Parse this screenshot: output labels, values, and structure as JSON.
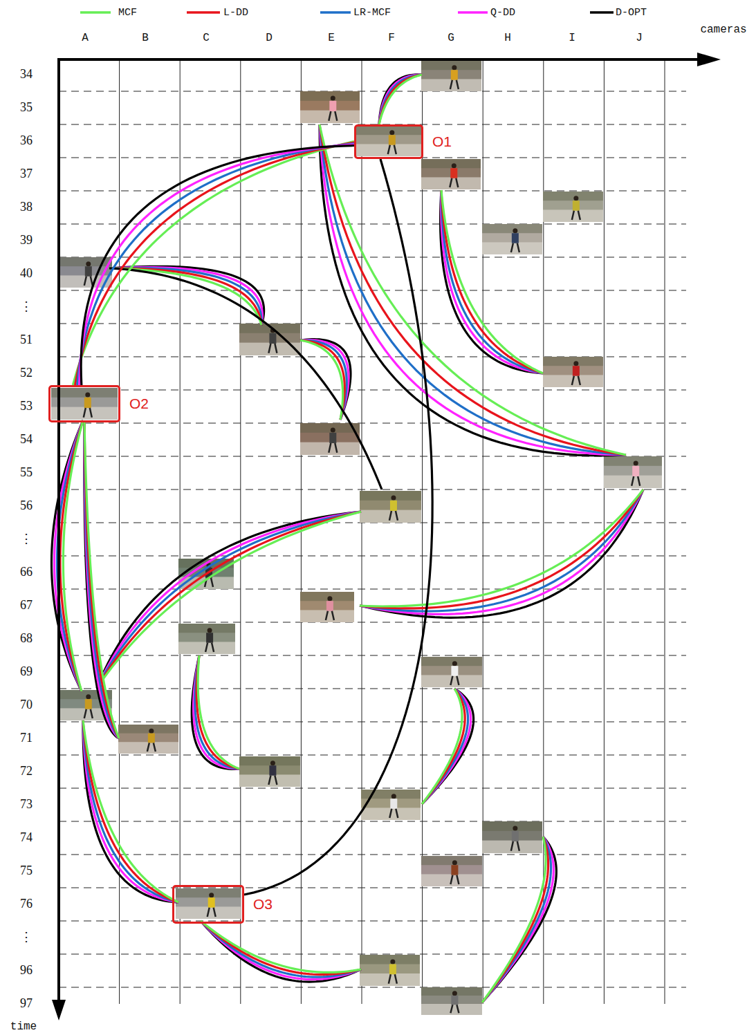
{
  "diagram": {
    "nodes": [
      {
        "text": [
          "O1"
        ]
      },
      {
        "text": [
          "O2"
        ]
      },
      {
        "text": [
          "O3"
        ]
      }
    ],
    "edges": [
      {
        "from": 0,
        "to": 1,
        "arrow": "none"
      },
      {
        "from": 0,
        "to": 1,
        "arrow": "none"
      },
      {
        "from": 0,
        "to": 1,
        "arrow": "none"
      },
      {
        "from": 0,
        "to": 1,
        "arrow": "none"
      },
      {
        "from": 0,
        "to": 1,
        "arrow": "none"
      },
      {
        "from": 0,
        "to": 2,
        "arrow": "none"
      }
    ],
    "labels": [
      "cameras",
      "A",
      "B",
      "C",
      "D",
      "E",
      "F",
      "G",
      "H",
      "I",
      "J",
      "34",
      "35",
      "36",
      "37",
      "38",
      "39",
      "40",
      "⋮",
      "51",
      "52",
      "53",
      "54",
      "55",
      "56",
      "⋮",
      "66",
      "67",
      "68",
      "69",
      "70",
      "71",
      "72",
      "73",
      "74",
      "75",
      "76",
      "⋮",
      "96",
      "97",
      "time"
    ],
    "legend": [
      {
        "text": "MCF"
      },
      {
        "text": "L-DD"
      },
      {
        "text": "LR-MCF"
      },
      {
        "text": "Q-DD"
      },
      {
        "text": "D-OPT"
      }
    ]
  }
}
